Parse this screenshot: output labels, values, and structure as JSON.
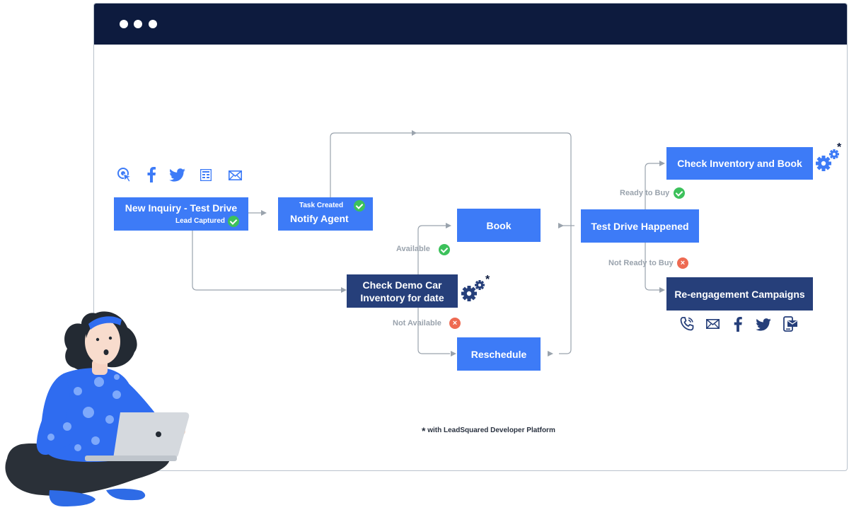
{
  "nodes": {
    "new_inquiry": "New Inquiry - Test Drive",
    "lead_captured": "Lead Captured",
    "task_created": "Task Created",
    "notify_agent": "Notify Agent",
    "book": "Book",
    "check_demo_line1": "Check Demo Car",
    "check_demo_line2": "Inventory for date",
    "reschedule": "Reschedule",
    "test_drive_happened": "Test Drive Happened",
    "check_inventory_book": "Check Inventory and Book",
    "reengagement": "Re-engagement Campaigns"
  },
  "branch_labels": {
    "available": "Available",
    "not_available": "Not Available",
    "ready_to_buy": "Ready to Buy",
    "not_ready_to_buy": "Not Ready to Buy"
  },
  "asterisk": "*",
  "footnote": "with LeadSquared Developer Platform",
  "icons": {
    "source_channels": [
      "web-click-icon",
      "facebook-icon",
      "twitter-icon",
      "form-icon",
      "email-icon"
    ],
    "campaign_channels": [
      "phone-icon",
      "email-icon",
      "facebook-icon",
      "twitter-icon",
      "sms-icon"
    ]
  },
  "colors": {
    "titlebar": "#0d1b3e",
    "node_blue": "#3d7bf7",
    "node_navy": "#263f7a",
    "success": "#3cc15b",
    "failure": "#ee6a52",
    "connector": "#9aa3ad"
  }
}
